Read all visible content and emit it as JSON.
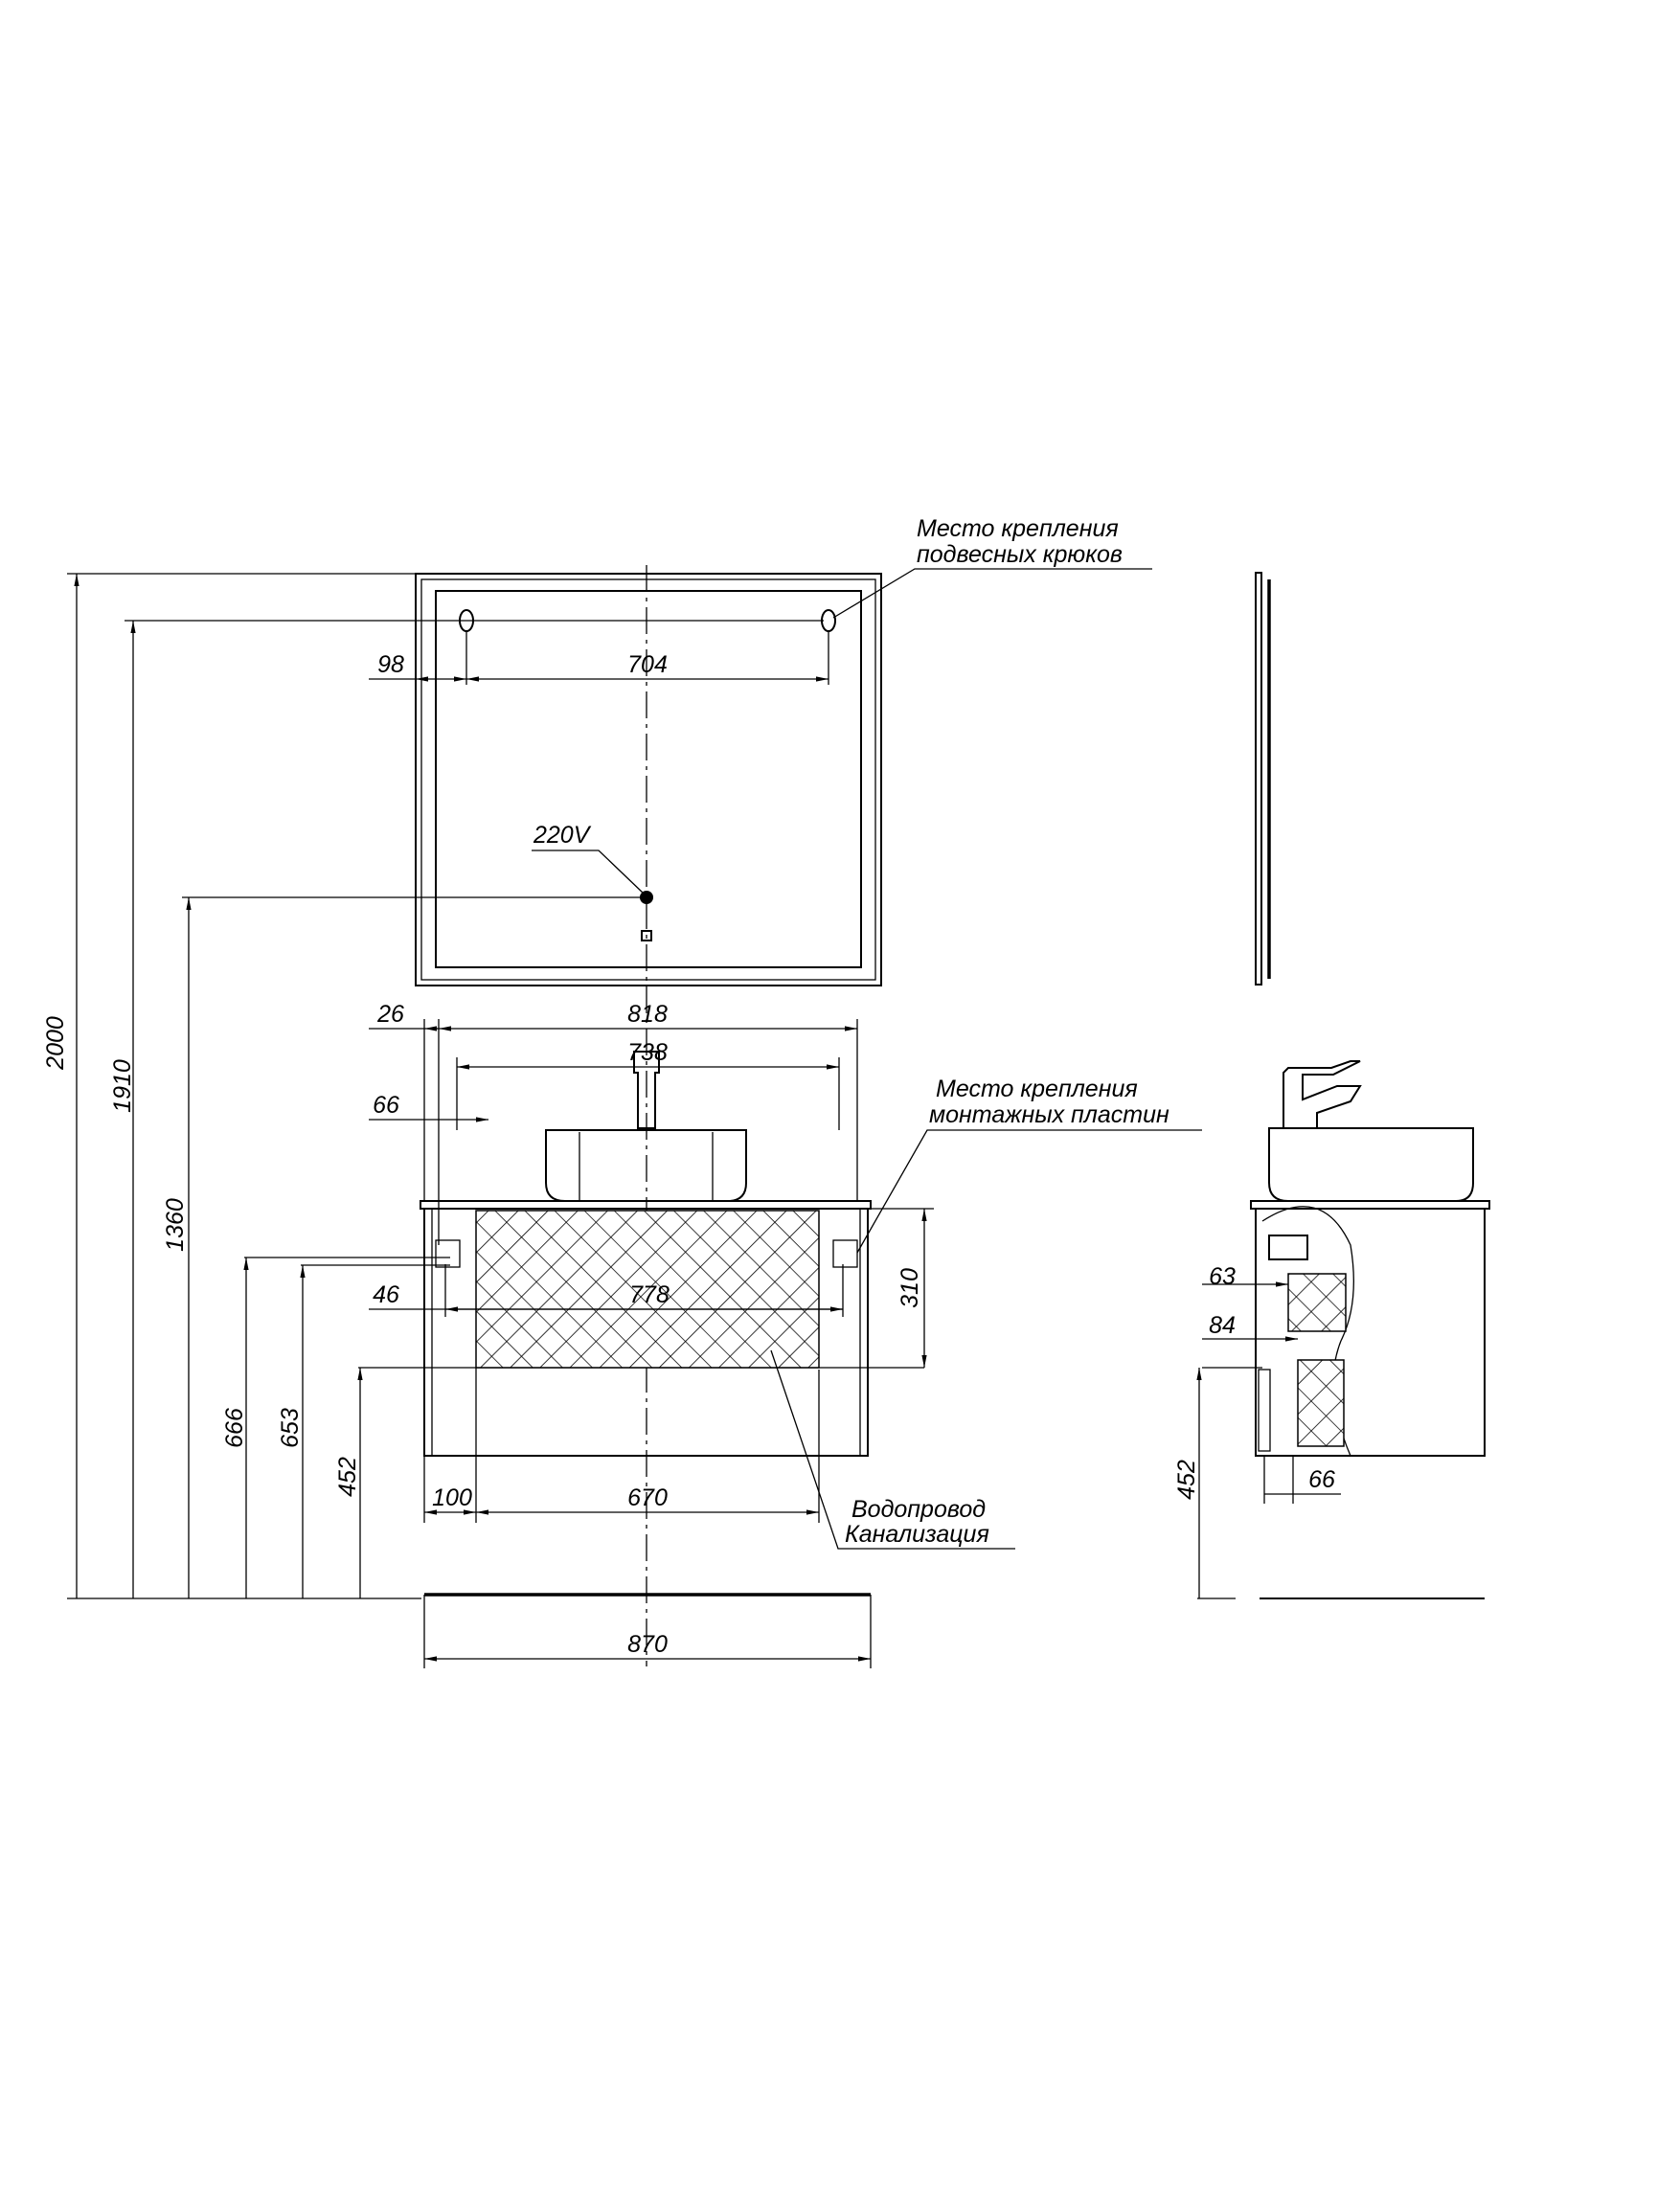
{
  "labels": {
    "hooks_line1": "Место крепления",
    "hooks_line2": "подвесных крюков",
    "power": "220V",
    "plates_line1": "Место крепления",
    "plates_line2": "монтажных пластин",
    "pipes_line1": "Водопровод",
    "pipes_line2": "Канализация"
  },
  "dimensions": {
    "total_height": "2000",
    "hook_height": "1910",
    "power_height": "1360",
    "h666": "666",
    "h653": "653",
    "h452": "452",
    "hook_offset": "98",
    "hook_spacing": "704",
    "top_offset": "26",
    "top_width": "818",
    "basin_width": "738",
    "basin_offset": "66",
    "plate_offset": "46",
    "plate_spacing": "778",
    "cabinet_height": "310",
    "pipe_offset": "100",
    "pipe_width": "670",
    "overall_width": "870",
    "side_63": "63",
    "side_84": "84",
    "side_452": "452",
    "side_66": "66"
  }
}
